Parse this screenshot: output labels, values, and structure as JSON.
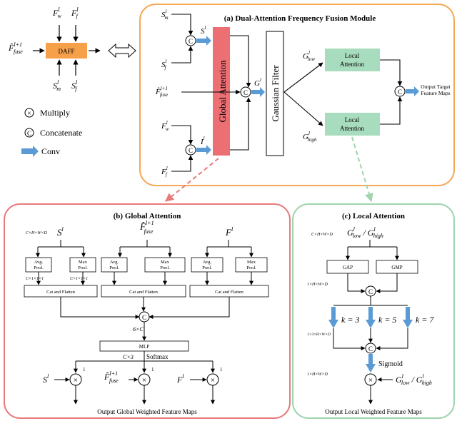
{
  "legend": {
    "multiply": "Multiply",
    "concatenate": "Concatenate",
    "conv": "Conv",
    "multiply_symbol": "×",
    "concat_symbol": "C"
  },
  "dafff_block": {
    "label": "DAFF",
    "inputs_top": [
      "F_w^l",
      "F_f^l"
    ],
    "input_left": "F̂_fuse^{l+1}",
    "inputs_bottom": [
      "S_m^l",
      "S_f^l"
    ]
  },
  "module_a": {
    "title": "(a) Dual-Attention Frequency Fusion Module",
    "global_attention": "Global Attention",
    "gaussian_filter": "Gaussian Filter",
    "local_attention_1": "Local Attention",
    "local_attention_2": "Local Attention",
    "output": "Output Target Feature Maps",
    "output_line1": "Output Target",
    "output_line2": "Feature Maps",
    "s_label": "S^l",
    "i_label": "I^l",
    "g_label": "G^l",
    "g_low": "G_low^l",
    "g_high": "G_high^l"
  },
  "panel_b": {
    "title": "(b) Global Attention",
    "dims_in": "C×H×W×D",
    "dims_pool": "C×1×1×1",
    "pool_avg": [
      "Avg.",
      "Pool."
    ],
    "pool_max": [
      "Max",
      "Pool."
    ],
    "cat_flatten": "Cat and Flatten",
    "six_c": "6×C",
    "mlp": "MLP",
    "c3": "C×3",
    "softmax": "Softmax",
    "one": "1",
    "footer": "Output Global Weighted Feature Maps"
  },
  "panel_c": {
    "title": "(c) Local Attention",
    "dims_in": "C×H×W×D",
    "dims_pool": "1×H×W×D",
    "dims_conv": "1×3×H×W×D",
    "dims_out": "1×H×W×D",
    "gap": "GAP",
    "gmp": "GMP",
    "k3": "k = 3",
    "k5": "k = 5",
    "k7": "k = 7",
    "sigmoid": "Sigmoid",
    "footer": "Output Local Weighted Feature Maps"
  },
  "colors": {
    "orange_border": "#f5a855",
    "daff_fill": "#f6a14a",
    "global_attention_fill": "#ec7073",
    "local_attention_fill": "#a8dcbe",
    "red_border": "#e87a7a",
    "green_border": "#9ed4ae",
    "conv_arrow": "#5b9bd5"
  }
}
